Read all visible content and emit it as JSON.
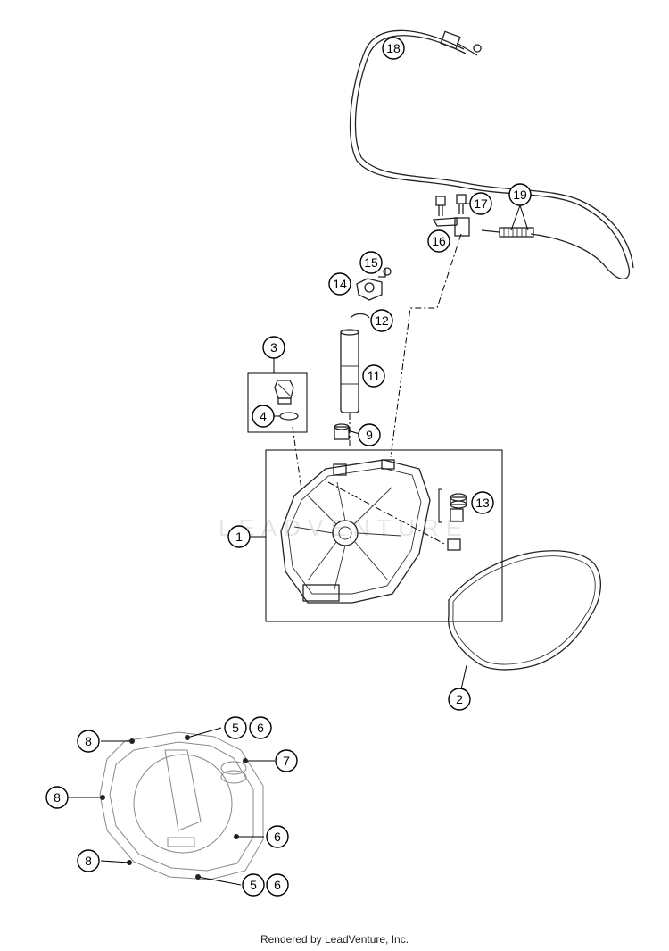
{
  "diagram": {
    "callouts": [
      "1",
      "2",
      "3",
      "4",
      "5",
      "6",
      "7",
      "8",
      "9",
      "11",
      "12",
      "13",
      "14",
      "15",
      "16",
      "17",
      "18",
      "19"
    ],
    "watermark": "LEADVENTURE"
  },
  "footer": {
    "text": "Rendered by LeadVenture, Inc."
  }
}
